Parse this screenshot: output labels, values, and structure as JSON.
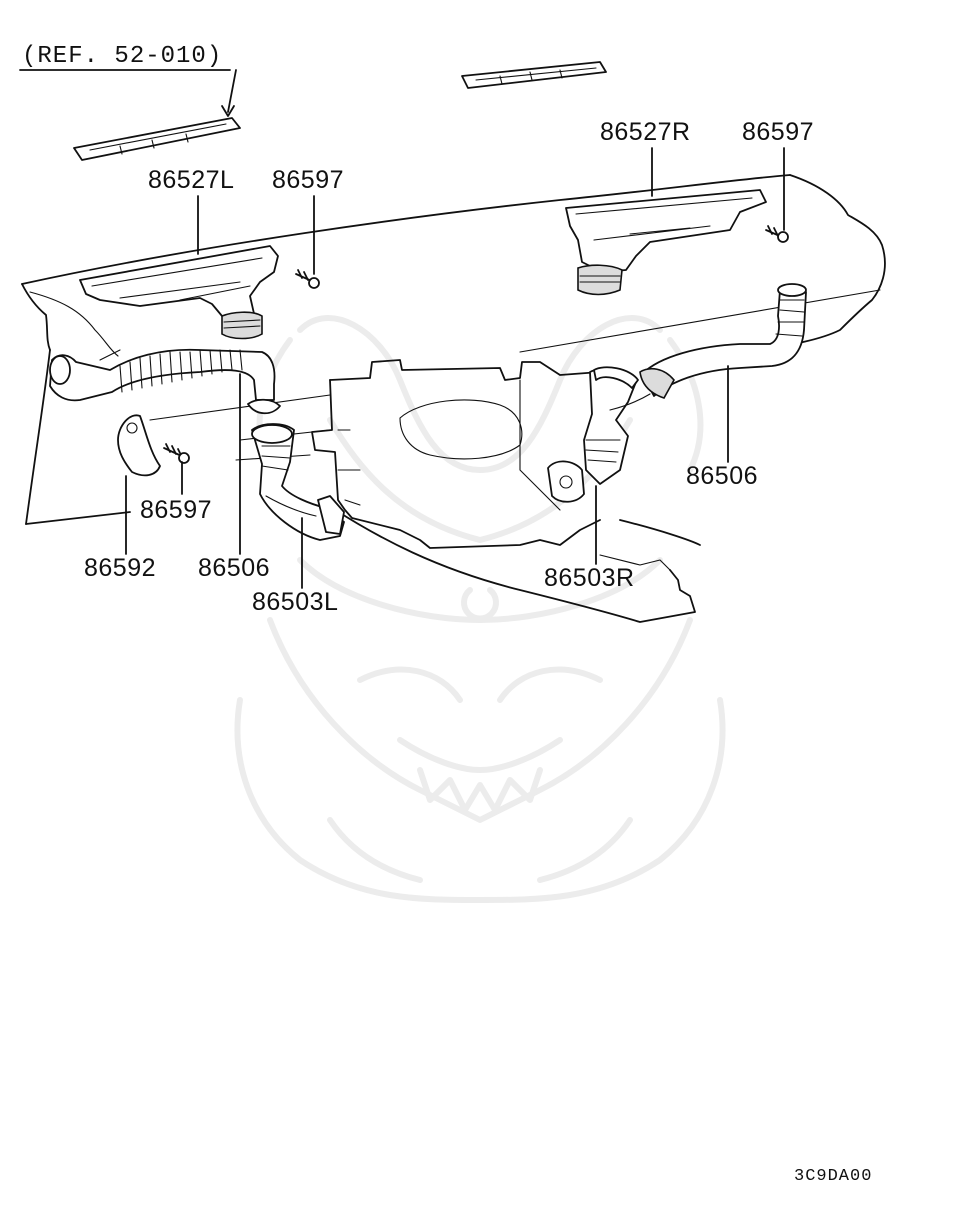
{
  "diagram": {
    "ref_label": "(REF. 52-010)",
    "drawing_code": "3C9DA00",
    "parts": [
      {
        "id": "86527L",
        "label": "86527L"
      },
      {
        "id": "86597a",
        "label": "86597"
      },
      {
        "id": "86527R",
        "label": "86527R"
      },
      {
        "id": "86597b",
        "label": "86597"
      },
      {
        "id": "86506R",
        "label": "86506"
      },
      {
        "id": "86597c",
        "label": "86597"
      },
      {
        "id": "86592",
        "label": "86592"
      },
      {
        "id": "86506L",
        "label": "86506"
      },
      {
        "id": "86503L",
        "label": "86503L"
      },
      {
        "id": "86503R",
        "label": "86503R"
      }
    ]
  }
}
